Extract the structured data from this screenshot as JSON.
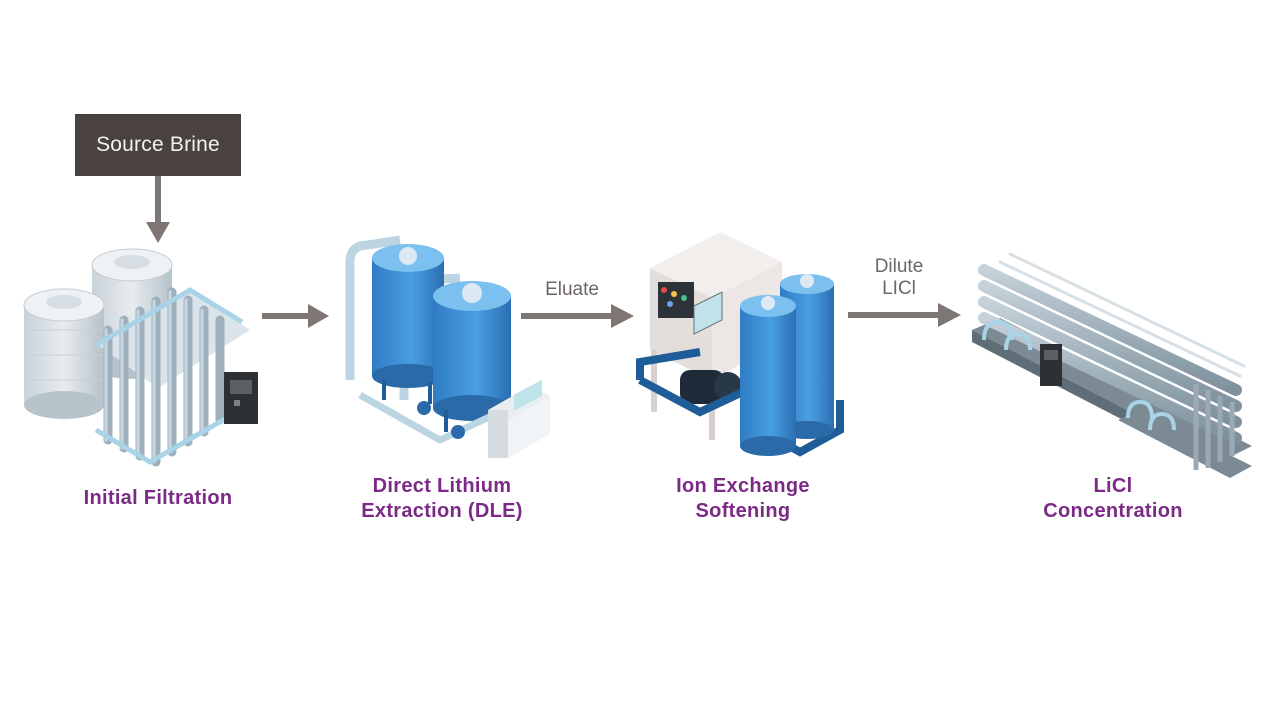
{
  "source": {
    "label": "Source Brine"
  },
  "stages": [
    {
      "id": "filtration",
      "lines": [
        "Initial Filtration"
      ]
    },
    {
      "id": "dle",
      "lines": [
        "Direct Lithium",
        "Extraction (DLE)"
      ]
    },
    {
      "id": "ion-exchange",
      "lines": [
        "Ion Exchange",
        "Softening"
      ]
    },
    {
      "id": "concentration",
      "lines": [
        "LiCl",
        "Concentration"
      ]
    }
  ],
  "flows": [
    {
      "from": "source",
      "to": "filtration",
      "label": ""
    },
    {
      "from": "filtration",
      "to": "dle",
      "label": ""
    },
    {
      "from": "dle",
      "to": "ion-exchange",
      "lines": [
        "Eluate"
      ]
    },
    {
      "from": "ion-exchange",
      "to": "concentration",
      "lines": [
        "Dilute",
        "LICl"
      ]
    }
  ],
  "colors": {
    "label": "#7b2a86",
    "source_box": "#4a423e",
    "arrow": "#7d7673",
    "vessel_blue": "#3f8fd6",
    "pipe": "#b9d4e3",
    "equipment_gray": "#a9b6be"
  }
}
